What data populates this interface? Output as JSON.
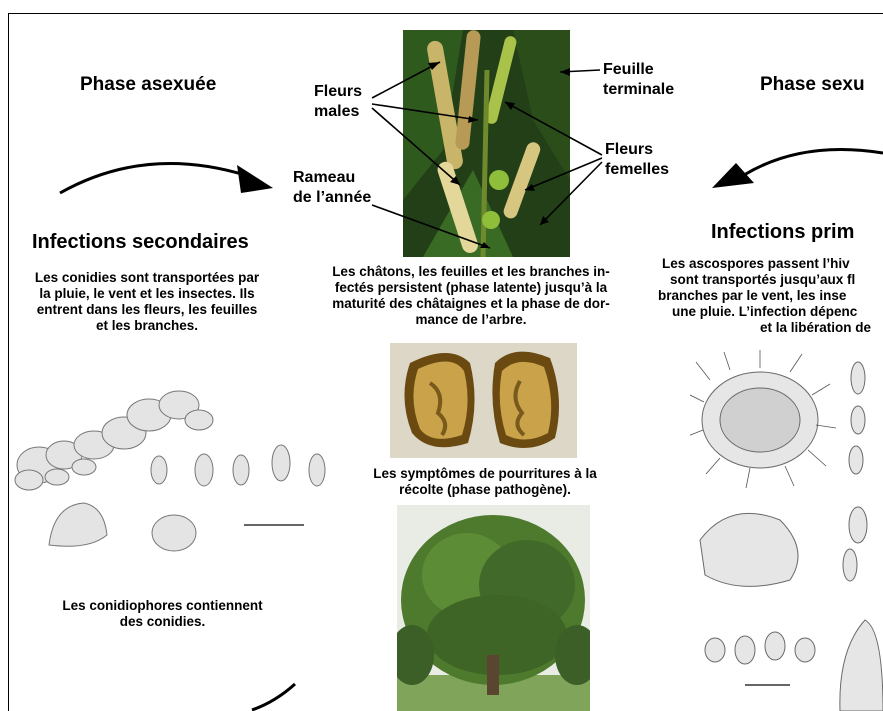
{
  "headings": {
    "phase_asexuee": "Phase asexuée",
    "phase_sexuee": "Phase sexu",
    "infections_secondaires": "Infections secondaires",
    "infections_primaires": "Infections prim"
  },
  "labels": {
    "fleurs_males_1": "Fleurs",
    "fleurs_males_2": "males",
    "feuille_1": "Feuille",
    "feuille_2": "terminale",
    "fleurs_femelles_1": "Fleurs",
    "fleurs_femelles_2": "femelles",
    "rameau_1": "Rameau",
    "rameau_2": "de l’année"
  },
  "texts": {
    "conidies": [
      "Les conidies sont transportées par",
      "la pluie, le vent et les insectes. Ils",
      "entrent dans les fleurs, les feuilles",
      "et les branches."
    ],
    "chatons": [
      "Les châtons, les feuilles et les branches in-",
      "fectés persistent (phase latente) jusqu’à la",
      "maturité des châtaignes et la phase de dor-",
      "mance de l’arbre."
    ],
    "ascospores": [
      "Les ascospores passent l’hiv",
      "sont transportés jusqu’aux fl",
      "branches par le vent, les inse",
      "une pluie. L’infection dépenc",
      "et la libération de"
    ],
    "symptomes": [
      "Les symptômes de pourritures à la",
      "récolte (phase pathogène)."
    ],
    "conidiophores": [
      "Les conidiophores contiennent",
      "des conidies."
    ]
  },
  "icons": {
    "arrow_left": "curved-arrow-right-icon",
    "arrow_right": "curved-arrow-left-icon"
  }
}
